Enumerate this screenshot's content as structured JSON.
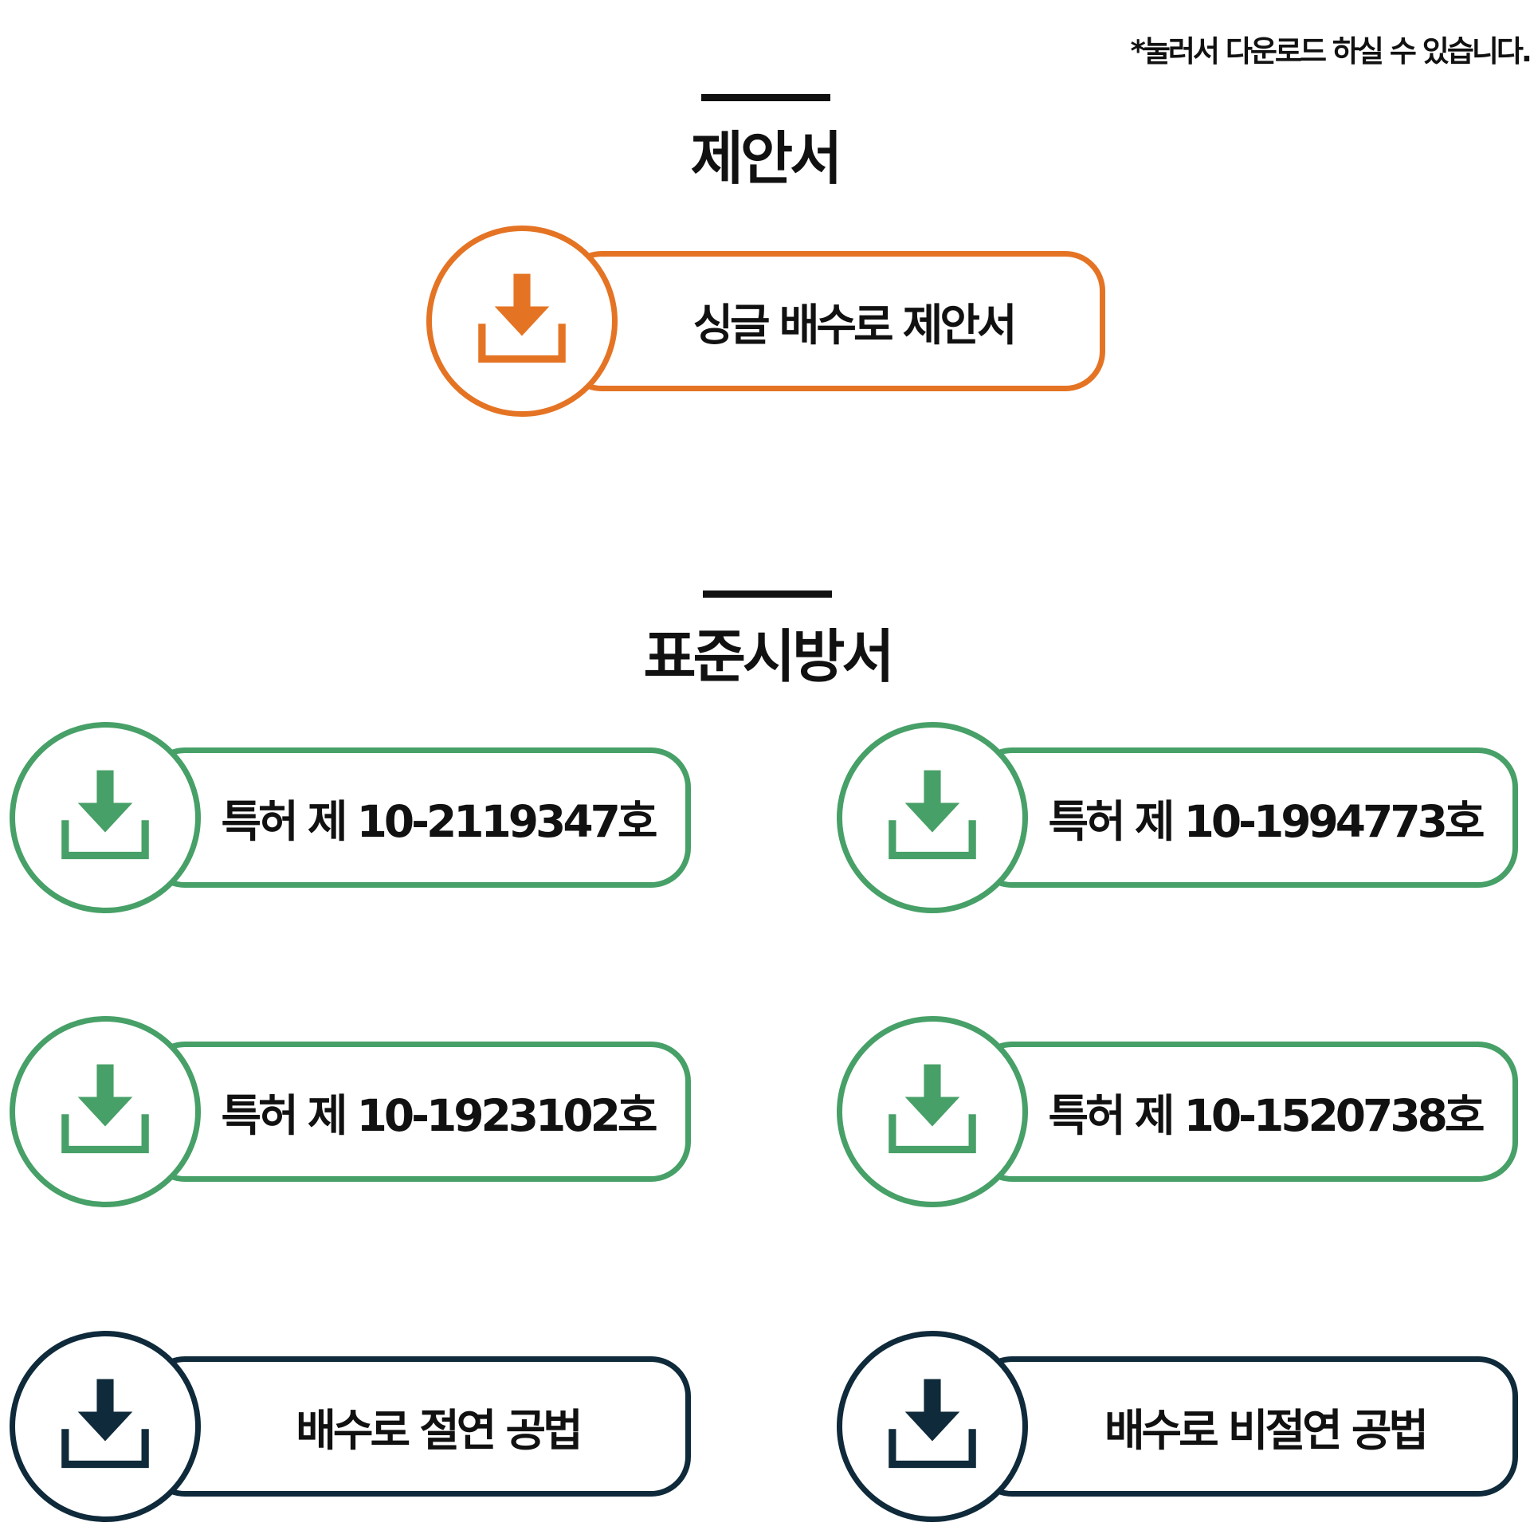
{
  "note": "*눌러서 다운로드 하실 수 있습니다.",
  "colors": {
    "orange": "#e47424",
    "green": "#47a067",
    "navy": "#0f2a3a"
  },
  "proposal": {
    "title": "제안서",
    "button": {
      "label": "싱글 배수로 제안서",
      "icon": "download-icon",
      "color": "#e47424"
    }
  },
  "spec": {
    "title": "표준시방서",
    "buttons": [
      {
        "label": "특허 제 10-2119347호",
        "icon": "download-icon",
        "color": "#47a067"
      },
      {
        "label": "특허 제 10-1994773호",
        "icon": "download-icon",
        "color": "#47a067"
      },
      {
        "label": "특허 제 10-1923102호",
        "icon": "download-icon",
        "color": "#47a067"
      },
      {
        "label": "특허 제 10-1520738호",
        "icon": "download-icon",
        "color": "#47a067"
      },
      {
        "label": "배수로 절연 공법",
        "icon": "download-icon",
        "color": "#0f2a3a"
      },
      {
        "label": "배수로 비절연 공법",
        "icon": "download-icon",
        "color": "#0f2a3a"
      }
    ]
  }
}
